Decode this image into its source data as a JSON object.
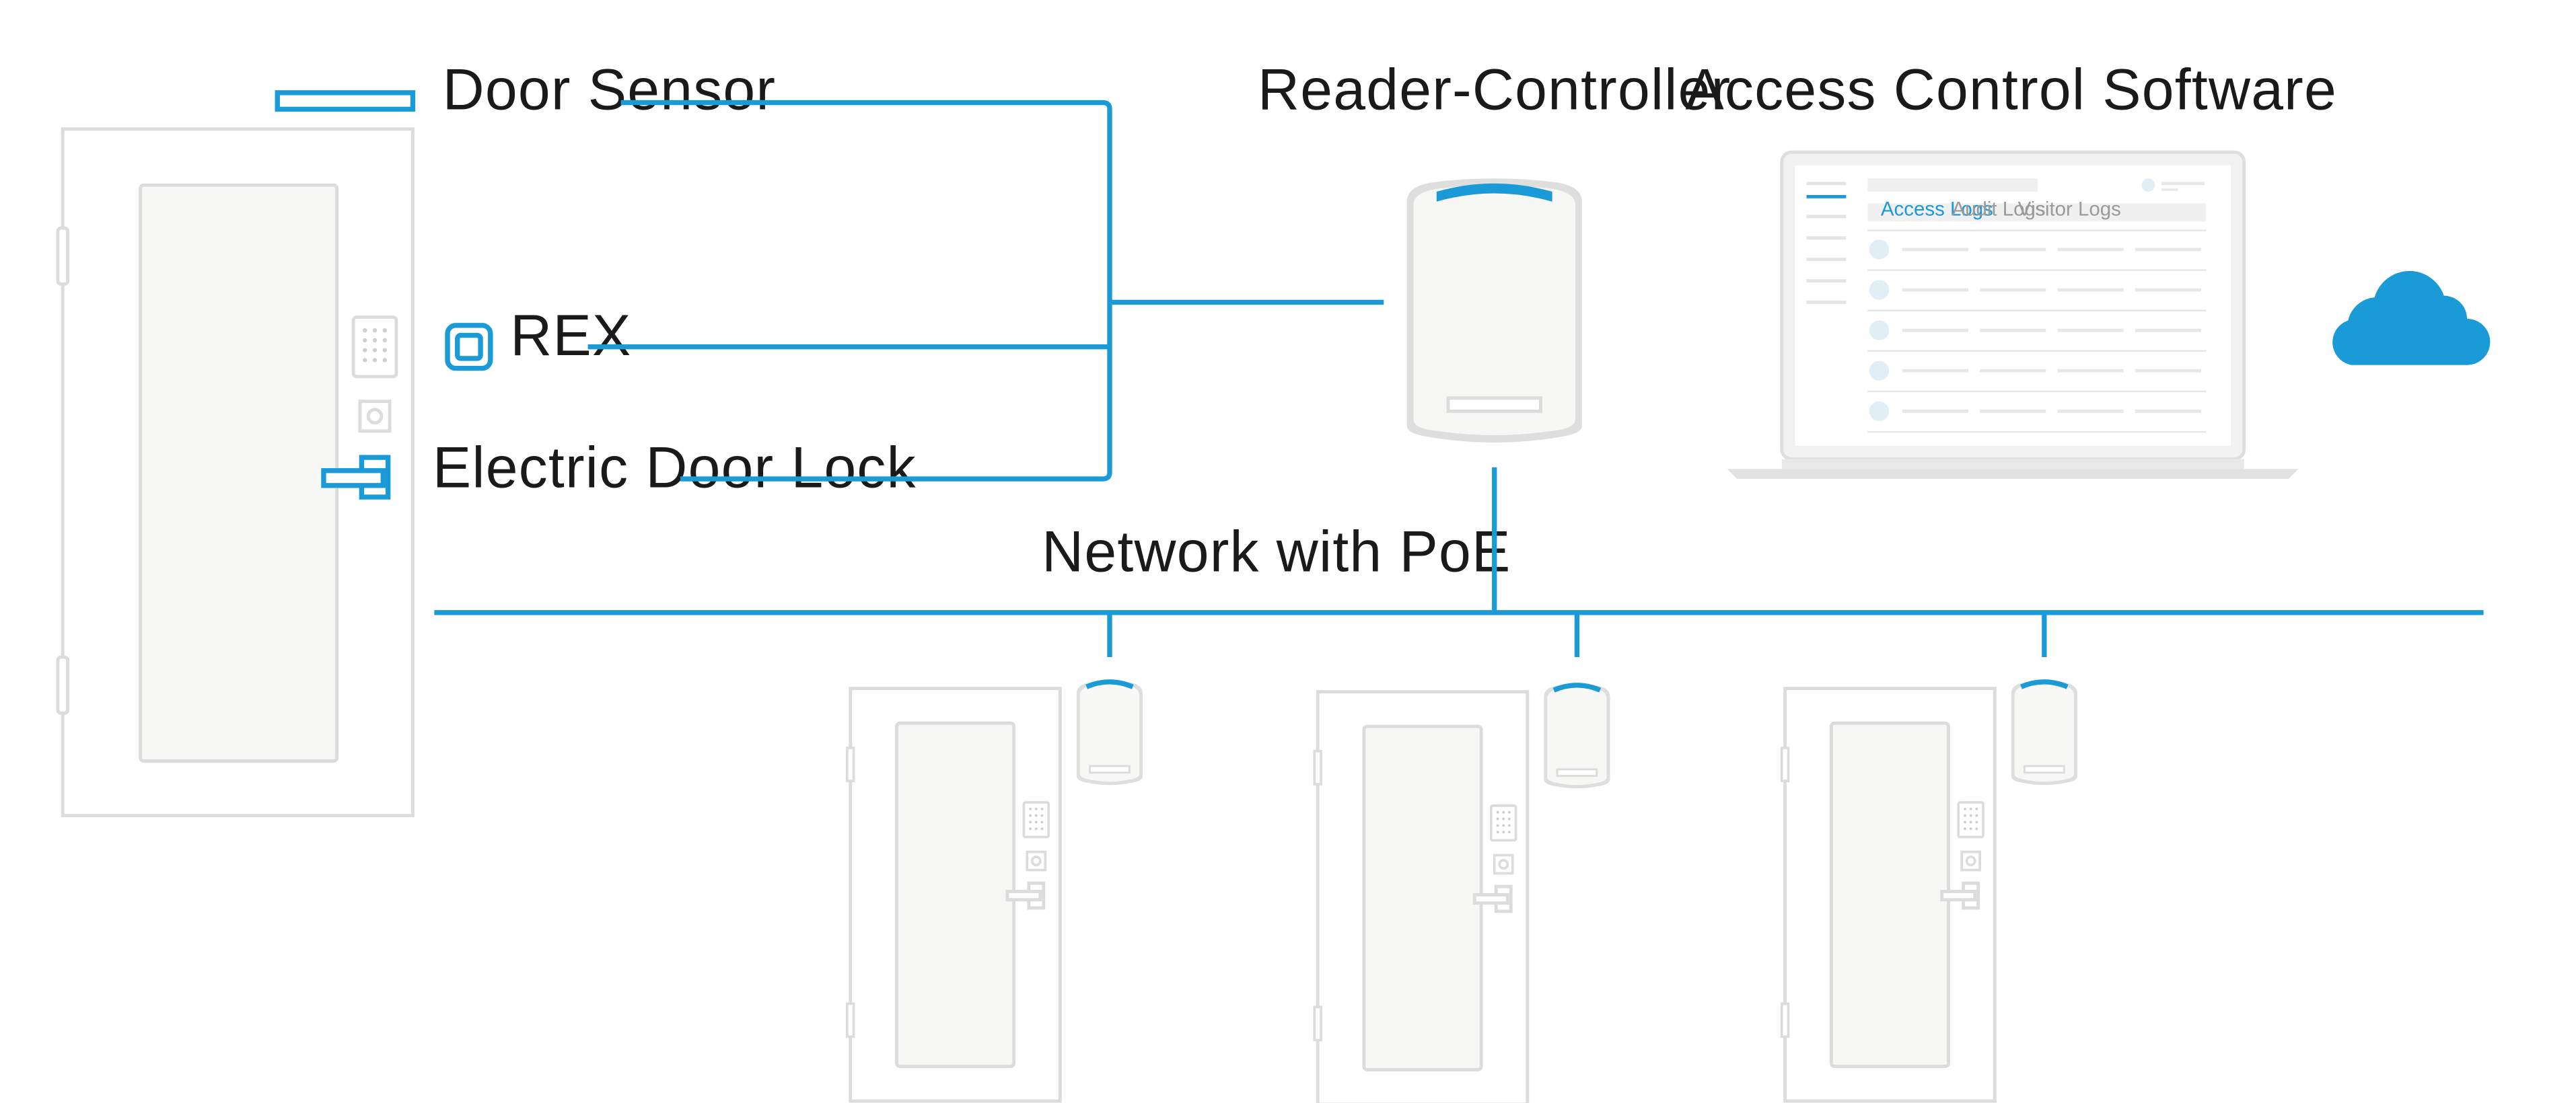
{
  "labels": {
    "door_sensor": "Door Sensor",
    "rex": "REX",
    "electric_door_lock": "Electric Door Lock",
    "reader_controller": "Reader-Controller",
    "access_control_software": "Access Control Software",
    "network": "Network with PoE"
  },
  "software_screen": {
    "tabs": [
      "Access Logs",
      "Audit Logs",
      "Visitor Logs"
    ],
    "active_tab": "Access Logs",
    "log_rows": 5
  },
  "remote_doors": {
    "count": 3
  },
  "icons": {
    "cloud": "cloud-icon",
    "keypad": "keypad-icon",
    "rex_button": "rex-button-icon",
    "door_handle": "door-handle-icon",
    "reader": "reader-controller-icon",
    "laptop": "laptop-icon"
  },
  "colors": {
    "accent": "#1a9ad6",
    "outline": "#dcdcdc",
    "fill": "#f7f7f6",
    "text": "#1a1a1a"
  }
}
